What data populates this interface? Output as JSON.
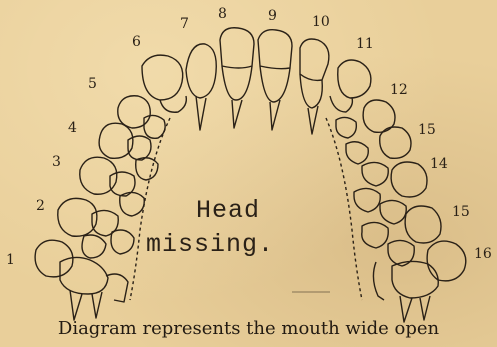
{
  "tooth_numbers": [
    "1",
    "2",
    "3",
    "4",
    "5",
    "6",
    "7",
    "8",
    "9",
    "10",
    "11",
    "12",
    "15",
    "14",
    "15",
    "16"
  ],
  "note_line1": "Head",
  "note_line2": "missing.",
  "caption": "Diagram represents the mouth wide open",
  "colors": {
    "paper": "#e9cf9a",
    "ink": "#2a2117"
  }
}
